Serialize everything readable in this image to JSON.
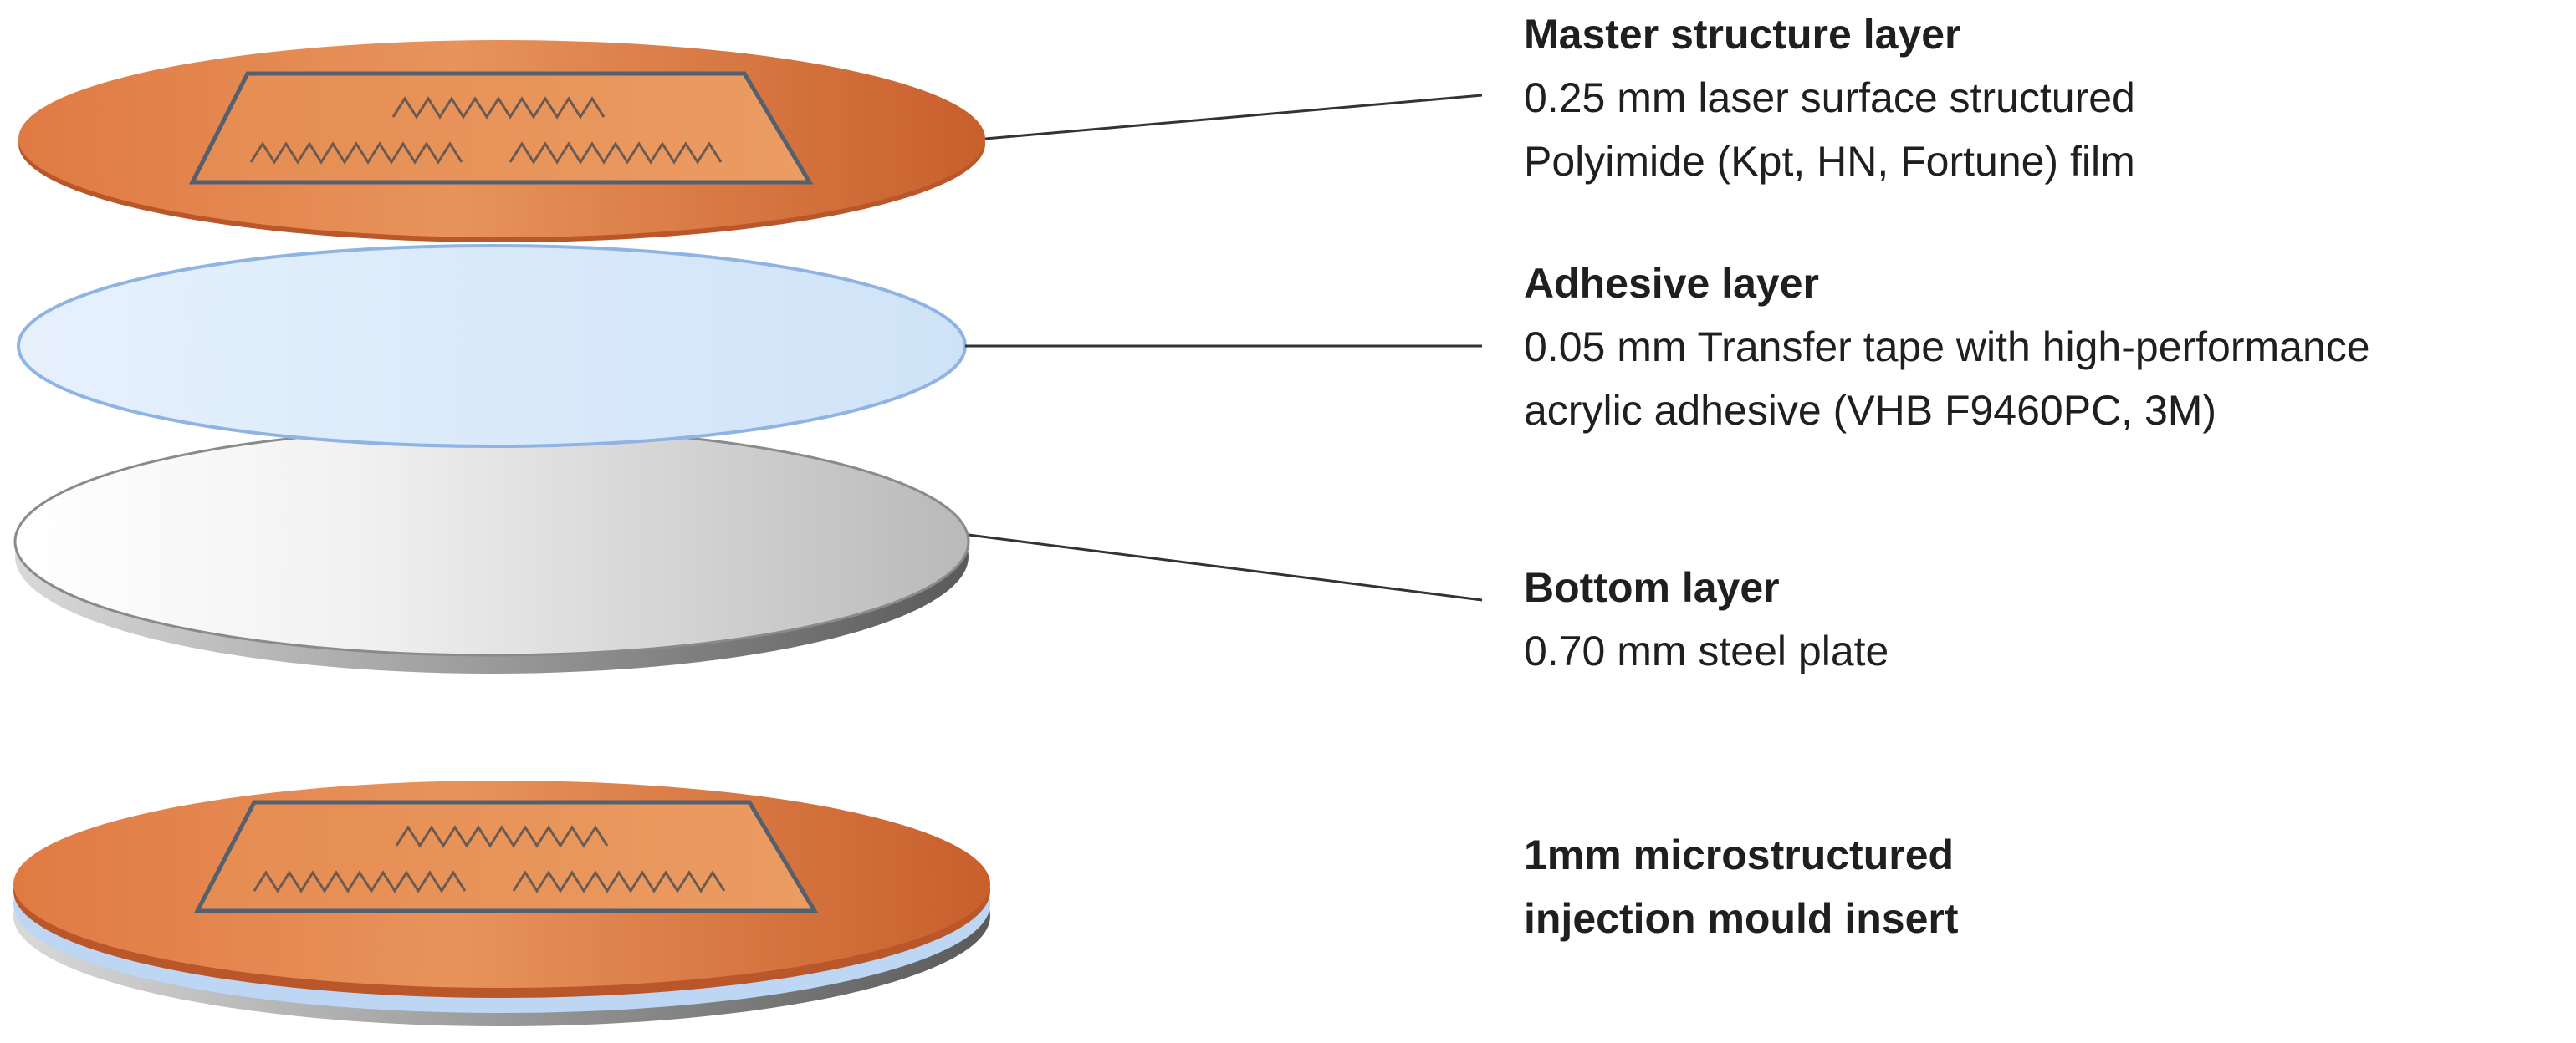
{
  "layers": [
    {
      "title": "Master structure layer",
      "desc_line1": "0.25 mm laser surface structured",
      "desc_line2": "Polyimide (Kpt, HN, Fortune) film"
    },
    {
      "title": "Adhesive layer",
      "desc_line1": "0.05 mm Transfer tape with high-performance",
      "desc_line2": "acrylic adhesive (VHB F9460PC, 3M)"
    },
    {
      "title": "Bottom layer",
      "desc_line1": "0.70 mm steel plate",
      "desc_line2": ""
    }
  ],
  "result": {
    "title_line1": "1mm microstructured",
    "title_line2": "injection mould insert"
  },
  "colors": {
    "polyimide_dark": "#c65f2f",
    "polyimide_light": "#e8935c",
    "adhesive_fill": "#dcecfb",
    "adhesive_edge": "#8fb4e3",
    "steel_light": "#ffffff",
    "steel_dark": "#b8b8b8",
    "steel_rim": "#6e6e6e",
    "structure_outline": "#55606f",
    "leader_line": "#333333",
    "text": "#1f1f1f"
  },
  "icons": {
    "zigzag": "laser-structure-zigzag-pattern"
  }
}
